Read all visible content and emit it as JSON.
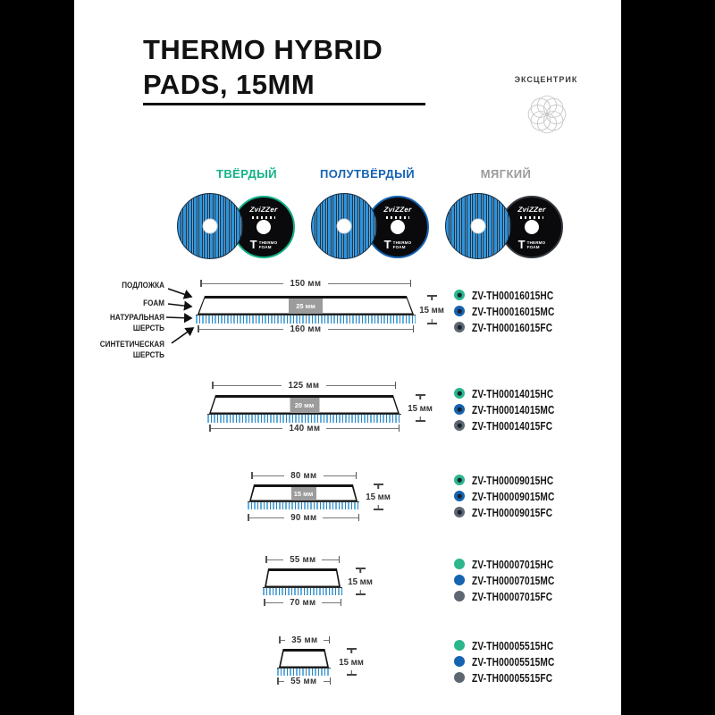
{
  "header": {
    "title_line1": "THERMO HYBRID",
    "title_line2": "PADS, 15MM",
    "brand": "ЭКСЦЕНТРИК"
  },
  "columns": [
    {
      "label": "ТВЁРДЫЙ",
      "color": "#12b287"
    },
    {
      "label": "ПОЛУТВЁРДЫЙ",
      "color": "#1562b4"
    },
    {
      "label": "МЯГКИЙ",
      "color": "#9a9a9a"
    }
  ],
  "pad_logo": {
    "brand": "ZviZZer",
    "t_mark": "T",
    "line1": "THERMO",
    "line2": "FOAM"
  },
  "layer_labels": [
    {
      "label": "ПОДЛОЖКА"
    },
    {
      "label": "FOAM"
    },
    {
      "label": "НАТУРАЛЬНАЯ ШЕРСТЬ"
    },
    {
      "label": "СИНТЕТИЧЕСКАЯ ШЕРСТЬ"
    }
  ],
  "diagrams": [
    {
      "top": "150 мм",
      "center": "25 мм",
      "height": "15 мм",
      "bottom": "160 мм"
    },
    {
      "top": "125 мм",
      "center": "20 мм",
      "height": "15 мм",
      "bottom": "140 мм"
    },
    {
      "top": "80 мм",
      "center": "15 мм",
      "height": "15 мм",
      "bottom": "90 мм"
    },
    {
      "top": "55 мм",
      "height": "15 мм",
      "bottom": "70 мм"
    },
    {
      "top": "35 мм",
      "height": "15 мм",
      "bottom": "55 мм"
    }
  ],
  "colors": {
    "dot_hc": "#2bb68b",
    "dot_mc": "#1663b0",
    "dot_fc": "#5d6772",
    "dot_core": "#16222e",
    "soft_rim": "#33383e"
  },
  "product_groups": [
    {
      "items": [
        {
          "code": "ZV-TH00016015HC"
        },
        {
          "code": "ZV-TH00016015MC"
        },
        {
          "code": "ZV-TH00016015FC"
        }
      ]
    },
    {
      "items": [
        {
          "code": "ZV-TH00014015HC"
        },
        {
          "code": "ZV-TH00014015MC"
        },
        {
          "code": "ZV-TH00014015FC"
        }
      ]
    },
    {
      "items": [
        {
          "code": "ZV-TH00009015HC"
        },
        {
          "code": "ZV-TH00009015MC"
        },
        {
          "code": "ZV-TH00009015FC"
        }
      ]
    },
    {
      "items": [
        {
          "code": "ZV-TH00007015HC"
        },
        {
          "code": "ZV-TH00007015MC"
        },
        {
          "code": "ZV-TH00007015FC"
        }
      ]
    },
    {
      "items": [
        {
          "code": "ZV-TH00005515HC"
        },
        {
          "code": "ZV-TH00005515MC"
        },
        {
          "code": "ZV-TH00005515FC"
        }
      ]
    }
  ]
}
